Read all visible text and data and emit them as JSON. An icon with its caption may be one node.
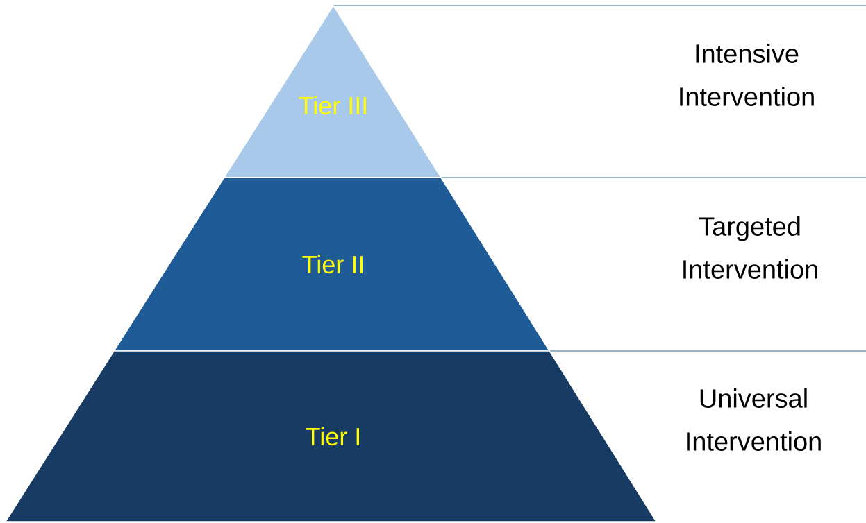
{
  "diagram": {
    "nodes": [
      {
        "text": [
          "Tier III"
        ]
      },
      {
        "text": [
          "Tier II"
        ]
      },
      {
        "text": [
          "Tier I"
        ]
      }
    ],
    "labels": [
      "Intensive Intervention",
      "Targeted Intervention",
      "Universal Intervention"
    ]
  }
}
